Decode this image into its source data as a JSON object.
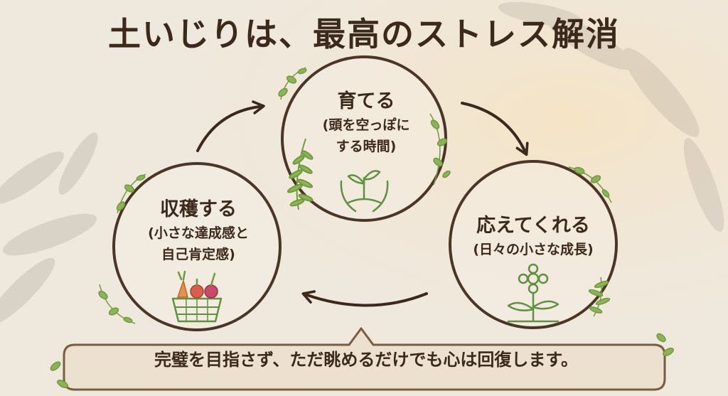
{
  "title": "土いじりは、最高のストレス解消",
  "cycle": {
    "grow": {
      "head": "育てる",
      "sub_line1": "(頭を空っぽに",
      "sub_line2": "する時間)"
    },
    "respond": {
      "head": "応えてくれる",
      "sub_line1": "(日々の小さな成長)"
    },
    "harvest": {
      "head": "収穫する",
      "sub_line1": "(小さな達成感と",
      "sub_line2": "自己肯定感)"
    }
  },
  "message": "完璧を目指さず、ただ眺めるだけでも心は回復します。",
  "icons": [
    "hands-sprout-icon",
    "flower-plant-icon",
    "vegetable-basket-icon",
    "fern-leaf-icon",
    "vine-leaf-icon"
  ],
  "colors": {
    "text": "#3b2a1c",
    "ring": "#4a3626",
    "leaf": "#7aa64a",
    "bubble": "#ece0cf"
  }
}
